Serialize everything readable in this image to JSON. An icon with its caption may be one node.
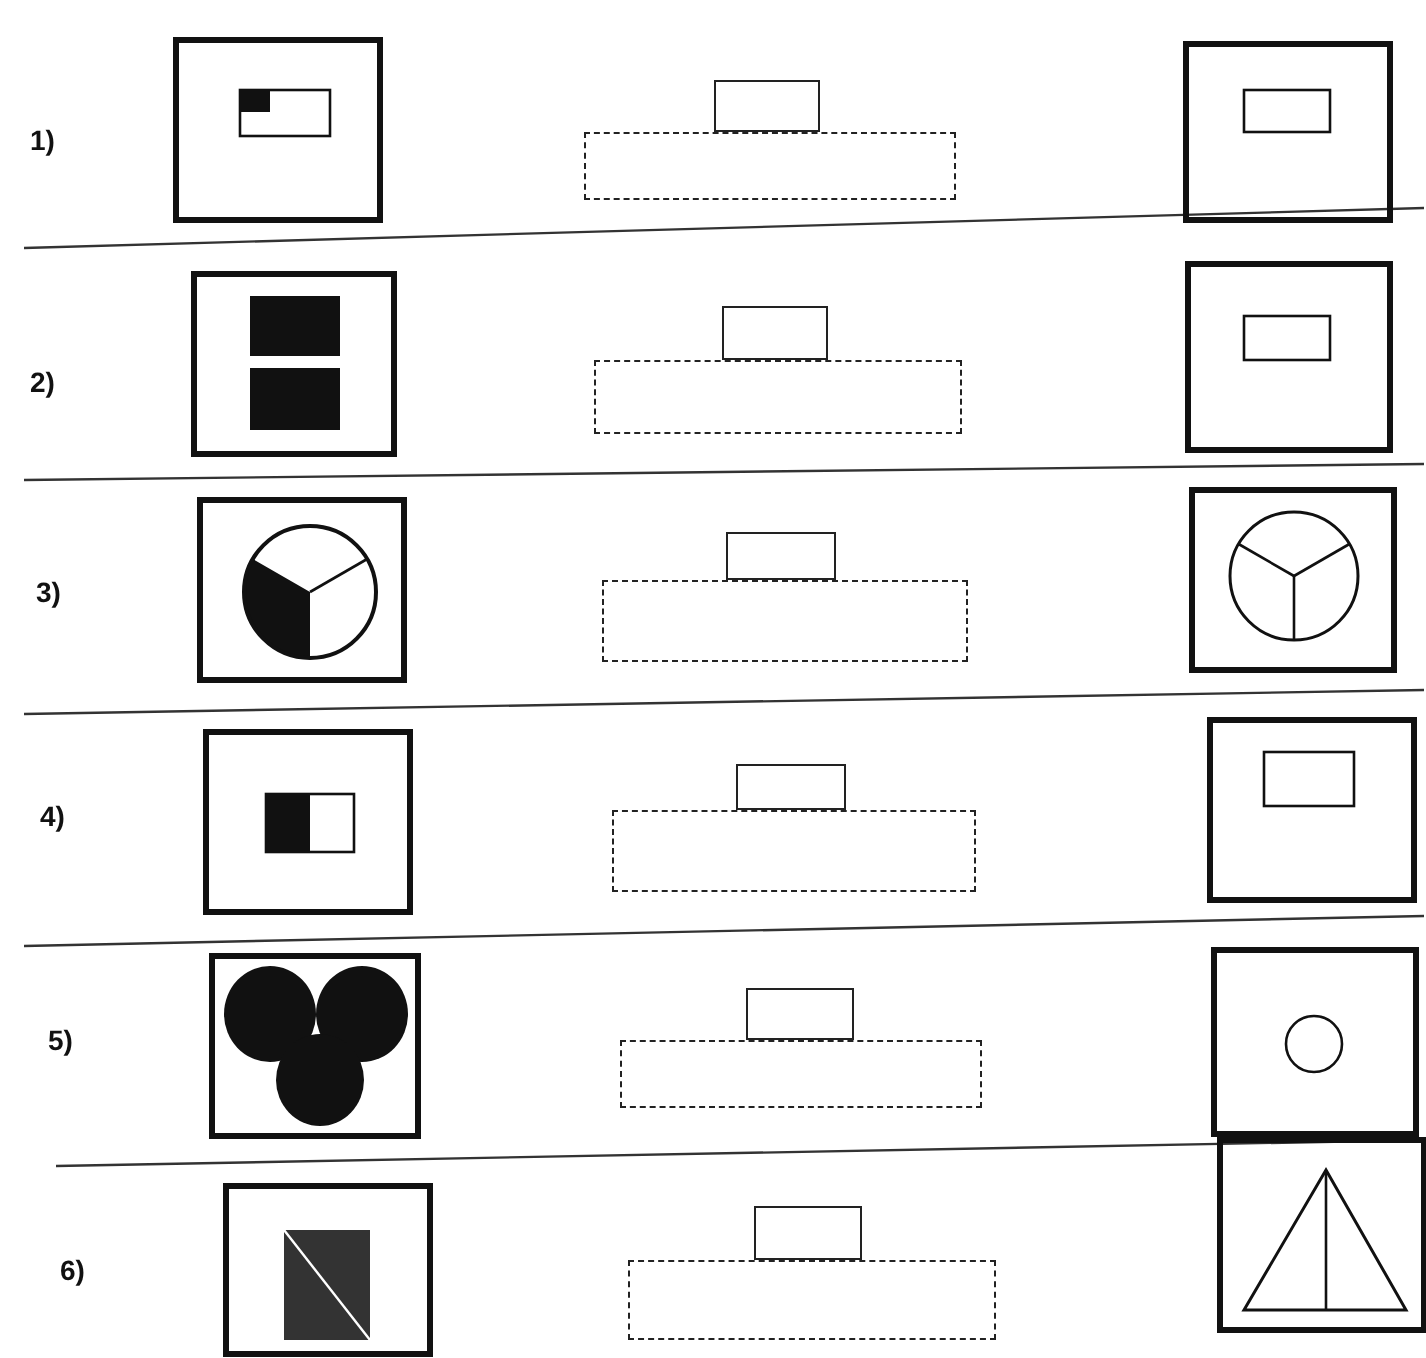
{
  "diagram": {
    "labels": [
      "1)",
      "2)",
      "3)",
      "4)",
      "5)",
      "6)"
    ]
  }
}
